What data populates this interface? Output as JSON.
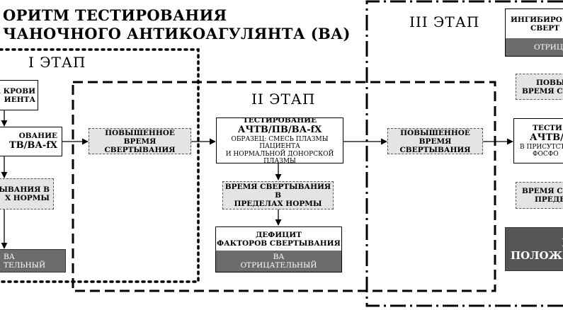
{
  "title": {
    "line1": "ОРИТМ ТЕСТИРОВАНИЯ",
    "line2": "ЧАНОЧНОГО АНТИКОАГУЛЯНТА (ВА)"
  },
  "stages": {
    "stage1": "I ЭТАП",
    "stage2": "II ЭТАП",
    "stage3": "III ЭТАП"
  },
  "stage1": {
    "sample_l1": "А КРОВИ",
    "sample_l2": "ИЕНТА",
    "test_l1": "ОВАНИЕ",
    "test_l2": "ТВ/ВА-fX",
    "normal_l1": "РТЫВАНИЯ В",
    "normal_l2": "Х НОРМЫ",
    "result_l1": "ВА",
    "result_l2": "ТЕЛЬНЫЙ",
    "elevated_l1": "ПОВЫШЕННОЕ ВРЕМЯ",
    "elevated_l2": "СВЕРТЫВАНИЯ"
  },
  "stage2": {
    "test_l1": "ТЕСТИРОВАНИЕ",
    "test_l2": "АЧТВ/ПВ/ВА-fX",
    "test_l3": "ОБРАЗЕЦ: СМЕСЬ ПЛАЗМЫ ПАЦИЕНТА",
    "test_l4": "И НОРМАЛЬНОЙ ДОНОРСКОЙ ПЛАЗМЫ",
    "normal_l1": "ВРЕМЯ СВЕРТЫВАНИЯ В",
    "normal_l2": "ПРЕДЕЛАХ НОРМЫ",
    "deficit_l1": "ДЕФИЦИТ",
    "deficit_l2": "ФАКТОРОВ СВЕРТЫВАНИЯ",
    "result_l1": "ВА",
    "result_l2": "ОТРИЦАТЕЛЬНЫЙ",
    "elevated_l1": "ПОВЫШЕННОЕ ВРЕМЯ",
    "elevated_l2": "СВЕРТЫВАНИЯ"
  },
  "stage3": {
    "inhib_l1": "ИНГИБИРОВА",
    "inhib_l2": "СВЕРТ",
    "inhib_result": "ОТРИЦА",
    "elevated_l1": "ПОВЫ",
    "elevated_l2": "ВРЕМЯ СВЕРТЫ",
    "test_l1": "ТЕСТИ",
    "test_l2": "АЧТВ/",
    "test_l3": "В ПРИСУТСТ",
    "test_l4": "ФОСФО",
    "normal_l1": "ВРЕМЯ СВЕРТЫ",
    "normal_l2": "ПРЕДЕЛ",
    "positive_l1": "В",
    "positive_l2": "ПОЛОЖИ"
  }
}
